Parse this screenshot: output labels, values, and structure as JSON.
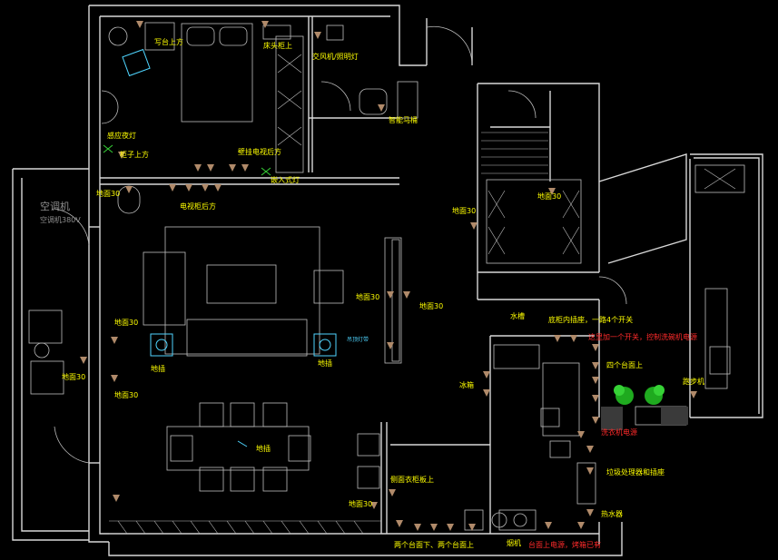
{
  "colors": {
    "wall": "#d8d8d8",
    "furniture": "#bdbdbd",
    "outlet": "#b08a6a",
    "label": "#ffff00",
    "warning": "#ff2a2a",
    "fixture": "#4fd5ff",
    "plant": "#1faa1f",
    "label_grey": "#8f8f8f"
  },
  "labels": {
    "desk_top": "写台上方",
    "bed_head_top": "床头柜上",
    "exhaust_light": "交风机/照明灯",
    "smart_toilet": "智能马桶",
    "sensor_light": "感应夜灯",
    "cabinet_top": "柜子上方",
    "wall_tv_back": "壁挂电视后方",
    "bedside_light_note": "嵌入式灯",
    "outlet_30_a": "地面30",
    "tv_cabinet_back": "电视柜后方",
    "outlet_30_b": "地面30",
    "outlet_30_c": "地面30",
    "ac_unit": "空调机",
    "ac_power": "空调机380V",
    "outlet_30_d": "地面30",
    "outlet_30_e": "地面30",
    "outlet_30_f": "地面30",
    "outlet_30_g": "地面30",
    "outlet_30_h": "地面30",
    "floor_left": "地插",
    "floor_right": "地插",
    "floor_dining": "地插",
    "fixture_note": "吊顶灯带",
    "water_purifier": "水槽",
    "cabinet_outlets": "底柜内插座，一路4个开关",
    "warning_switch": "这里加一个开关，控制洗碗机电源",
    "four_countertop": "四个台面上",
    "fridge": "冰箱",
    "treadmill": "跑步机",
    "washer_power": "洗衣机电源",
    "side_cabinet": "侧面衣柜板上",
    "outlet_30_i": "地面30",
    "mixer": "垃圾处理器和插座",
    "water_heater": "热水器",
    "two_countertops": "两个台面下、两个台面上",
    "range_hood": "烟机",
    "warning_oven": "台面上电源，烤箱已有"
  },
  "icons": [
    "outlet-icon",
    "light-icon",
    "floor-outlet-icon",
    "chair-icon",
    "plant-icon",
    "dishwasher-icon",
    "stove-icon",
    "toilet-icon"
  ]
}
